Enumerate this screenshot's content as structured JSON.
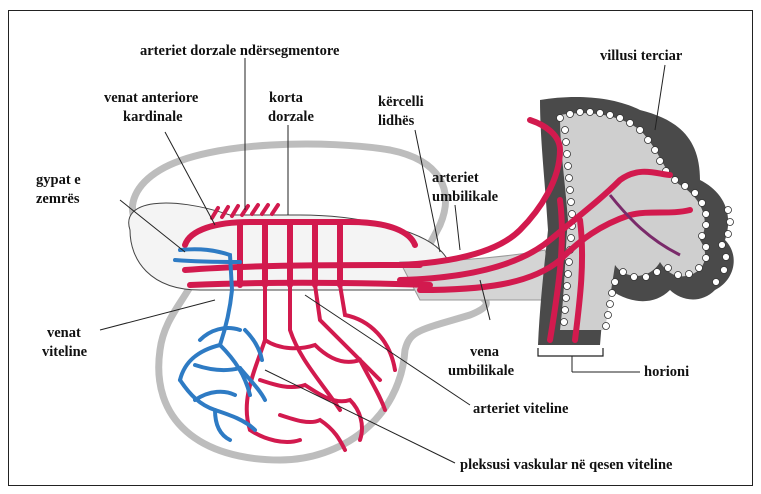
{
  "labels": {
    "arteriet_dorzale": "arteriet dorzale ndërsegmentore",
    "venat_anteriore_1": "venat anteriore",
    "venat_anteriore_2": "kardinale",
    "korta_1": "korta",
    "korta_2": "dorzale",
    "kercelli_1": "kërcelli",
    "kercelli_2": "lidhës",
    "villusi": "villusi terciar",
    "gypat_1": "gypat e",
    "gypat_2": "zemrës",
    "arteriet_umb_1": "arteriet",
    "arteriet_umb_2": "umbilikale",
    "venat_vit_1": "venat",
    "venat_vit_2": "viteline",
    "vena_umb_1": "vena",
    "vena_umb_2": "umbilikale",
    "horioni": "horioni",
    "arteriet_viteline": "arteriet viteline",
    "pleksusi": "pleksusi vaskular në qesen viteline"
  },
  "colors": {
    "artery": "#d21a4e",
    "vein": "#2e7bc4",
    "tissue": "#d2d2d2",
    "villus": "#4a4a4a",
    "outline": "#222222"
  }
}
